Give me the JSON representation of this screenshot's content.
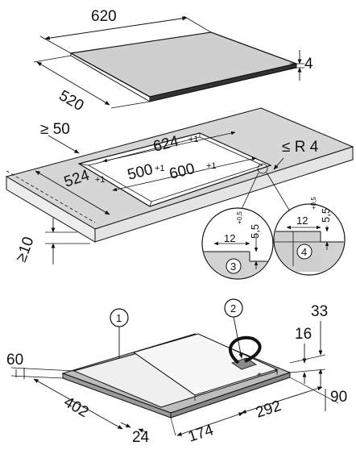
{
  "top_view": {
    "width": "620",
    "depth": "520",
    "thickness": "4"
  },
  "cutout_view": {
    "min_edge": "≥ 50",
    "cutout_width": "624",
    "cutout_width_tol": "+1",
    "inner_depth": "500",
    "inner_depth_tol": "+1",
    "inner_width": "600",
    "inner_width_tol": "+1",
    "cutout_depth": "524",
    "cutout_depth_tol": "+1",
    "corner_radius": "≤ R 4",
    "min_worktop": "≥10"
  },
  "detail_3": {
    "number": "3",
    "width": "12",
    "height": "5,5",
    "height_tol": "+0,5"
  },
  "detail_4": {
    "number": "4",
    "width": "12",
    "height": "5,5",
    "height_tol": "+0,5"
  },
  "bottom_view": {
    "callout_1": "1",
    "callout_2": "2",
    "dim_33": "33",
    "dim_16": "16",
    "dim_60": "60",
    "dim_402": "402",
    "dim_24": "24",
    "dim_174": "174",
    "dim_292": "292",
    "dim_90": "90"
  }
}
